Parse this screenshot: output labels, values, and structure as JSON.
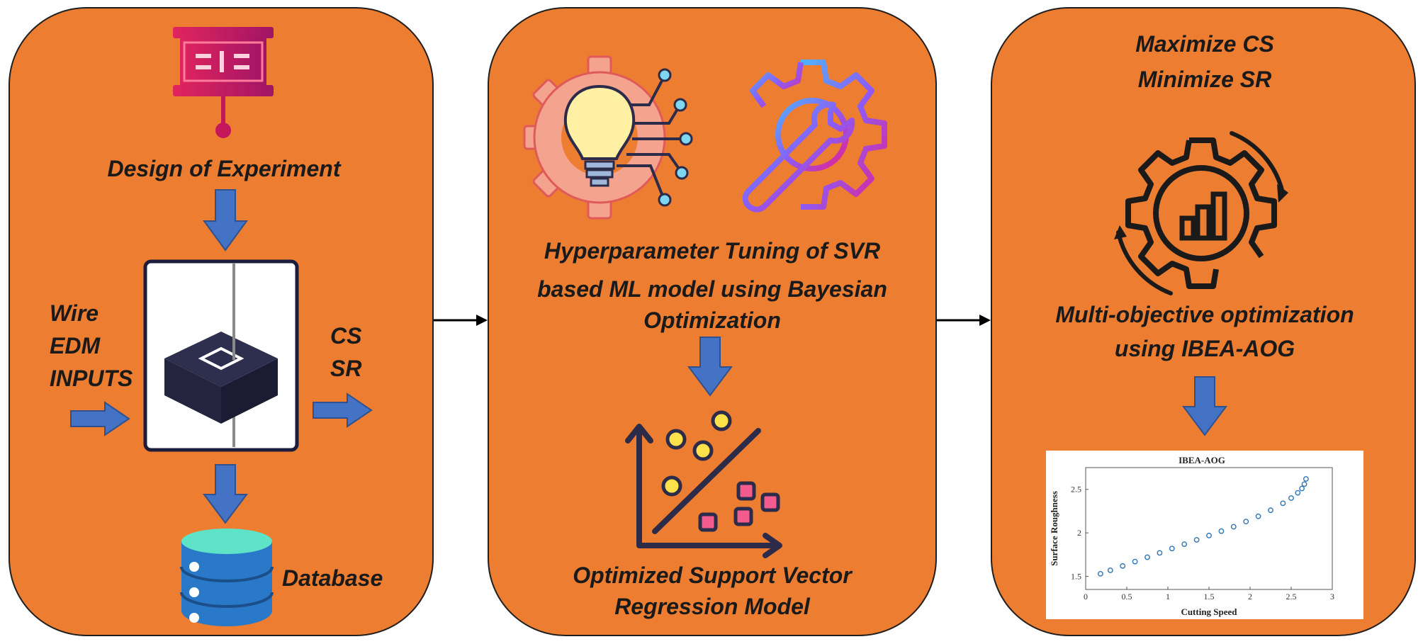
{
  "left_panel": {
    "doe_label": "Design of Experiment",
    "inputs_label": [
      "Wire",
      "EDM",
      "INPUTS"
    ],
    "outputs_label": [
      "CS",
      "SR"
    ],
    "database_label": "Database"
  },
  "middle_panel": {
    "tuning_label": [
      "Hyperparameter Tuning of SVR",
      "based ML model using Bayesian",
      "Optimization"
    ],
    "model_label": [
      "Optimized Support Vector",
      "Regression Model"
    ]
  },
  "right_panel": {
    "objectives": [
      "Maximize CS",
      "Minimize SR"
    ],
    "optimization_label": [
      "Multi-objective optimization",
      "using IBEA-AOG"
    ]
  },
  "colors": {
    "panel": "#ed7d31",
    "arrow_blue": "#4472c4",
    "scatter_blue": "#2e75b6"
  },
  "chart_data": {
    "type": "scatter",
    "title": "IBEA-AOG",
    "xlabel": "Cutting Speed",
    "ylabel": "Surface  Roughness",
    "xlim": [
      0,
      3
    ],
    "ylim": [
      1.35,
      2.75
    ],
    "xticks": [
      "0",
      "0.5",
      "1",
      "1.5",
      "2",
      "2.5",
      "3"
    ],
    "yticks": [
      "1.5",
      "2",
      "2.5"
    ],
    "series": [
      {
        "x": [
          0.18,
          0.3,
          0.45,
          0.6,
          0.75,
          0.9,
          1.05,
          1.2,
          1.35,
          1.5,
          1.65,
          1.8,
          1.95,
          2.1,
          2.25,
          2.4,
          2.5,
          2.58,
          2.63,
          2.66,
          2.68
        ],
        "y": [
          1.53,
          1.57,
          1.62,
          1.67,
          1.72,
          1.77,
          1.82,
          1.87,
          1.92,
          1.97,
          2.02,
          2.07,
          2.13,
          2.19,
          2.26,
          2.34,
          2.4,
          2.46,
          2.51,
          2.56,
          2.62
        ]
      }
    ]
  }
}
